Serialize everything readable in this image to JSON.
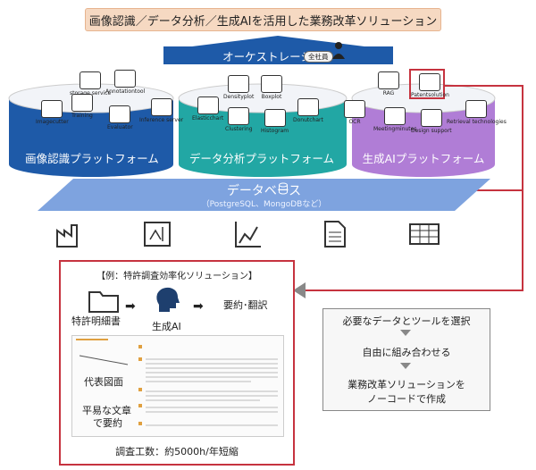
{
  "banner": "画像認識／データ分析／生成AIを活用した業務改革ソリューション",
  "orchestration": "オーケストレーション",
  "zensha_badge": "全社員",
  "platforms": [
    {
      "label": "画像認識プラットフォーム",
      "color": "#1e5aa8",
      "tools": [
        "Imagecutter",
        "storage service",
        "Annotationtool",
        "Training",
        "Evaluator",
        "Inference server"
      ]
    },
    {
      "label": "データ分析プラットフォーム",
      "color": "#22a7a4",
      "tools": [
        "Elasticchart",
        "Densityplot",
        "Boxplot",
        "Donutchart",
        "Clustering",
        "Histogram"
      ]
    },
    {
      "label": "生成AIプラットフォーム",
      "color": "#b07dd6",
      "tools": [
        "OCR",
        "RAG",
        "Patentsolution",
        "Meetingminutes",
        "Design support",
        "Retrieval technologies"
      ]
    }
  ],
  "database": {
    "title": "データベース",
    "subtitle": "（PostgreSQL、MongoDBなど）"
  },
  "bottom_icons": [
    "factory-icon",
    "blueprint-icon",
    "line-chart-icon",
    "document-icon",
    "table-icon"
  ],
  "example": {
    "title": "【例：特許調査効率化ソリューション】",
    "step1": "特許明細書",
    "step2": "生成AI",
    "step3": "要約･翻訳",
    "label_figure": "代表図面",
    "label_summary1": "平易な文章",
    "label_summary2": "で要約",
    "footer": "調査工数：約5000h/年短縮"
  },
  "flow": {
    "line1": "必要なデータとツールを選択",
    "line2": "自由に組み合わせる",
    "line3": "業務改革ソリューションを",
    "line4": "ノーコードで作成"
  },
  "colors": {
    "accent_red": "#c6333f",
    "orch_blue": "#1e5aa8",
    "db_blue": "#7ea3df"
  }
}
